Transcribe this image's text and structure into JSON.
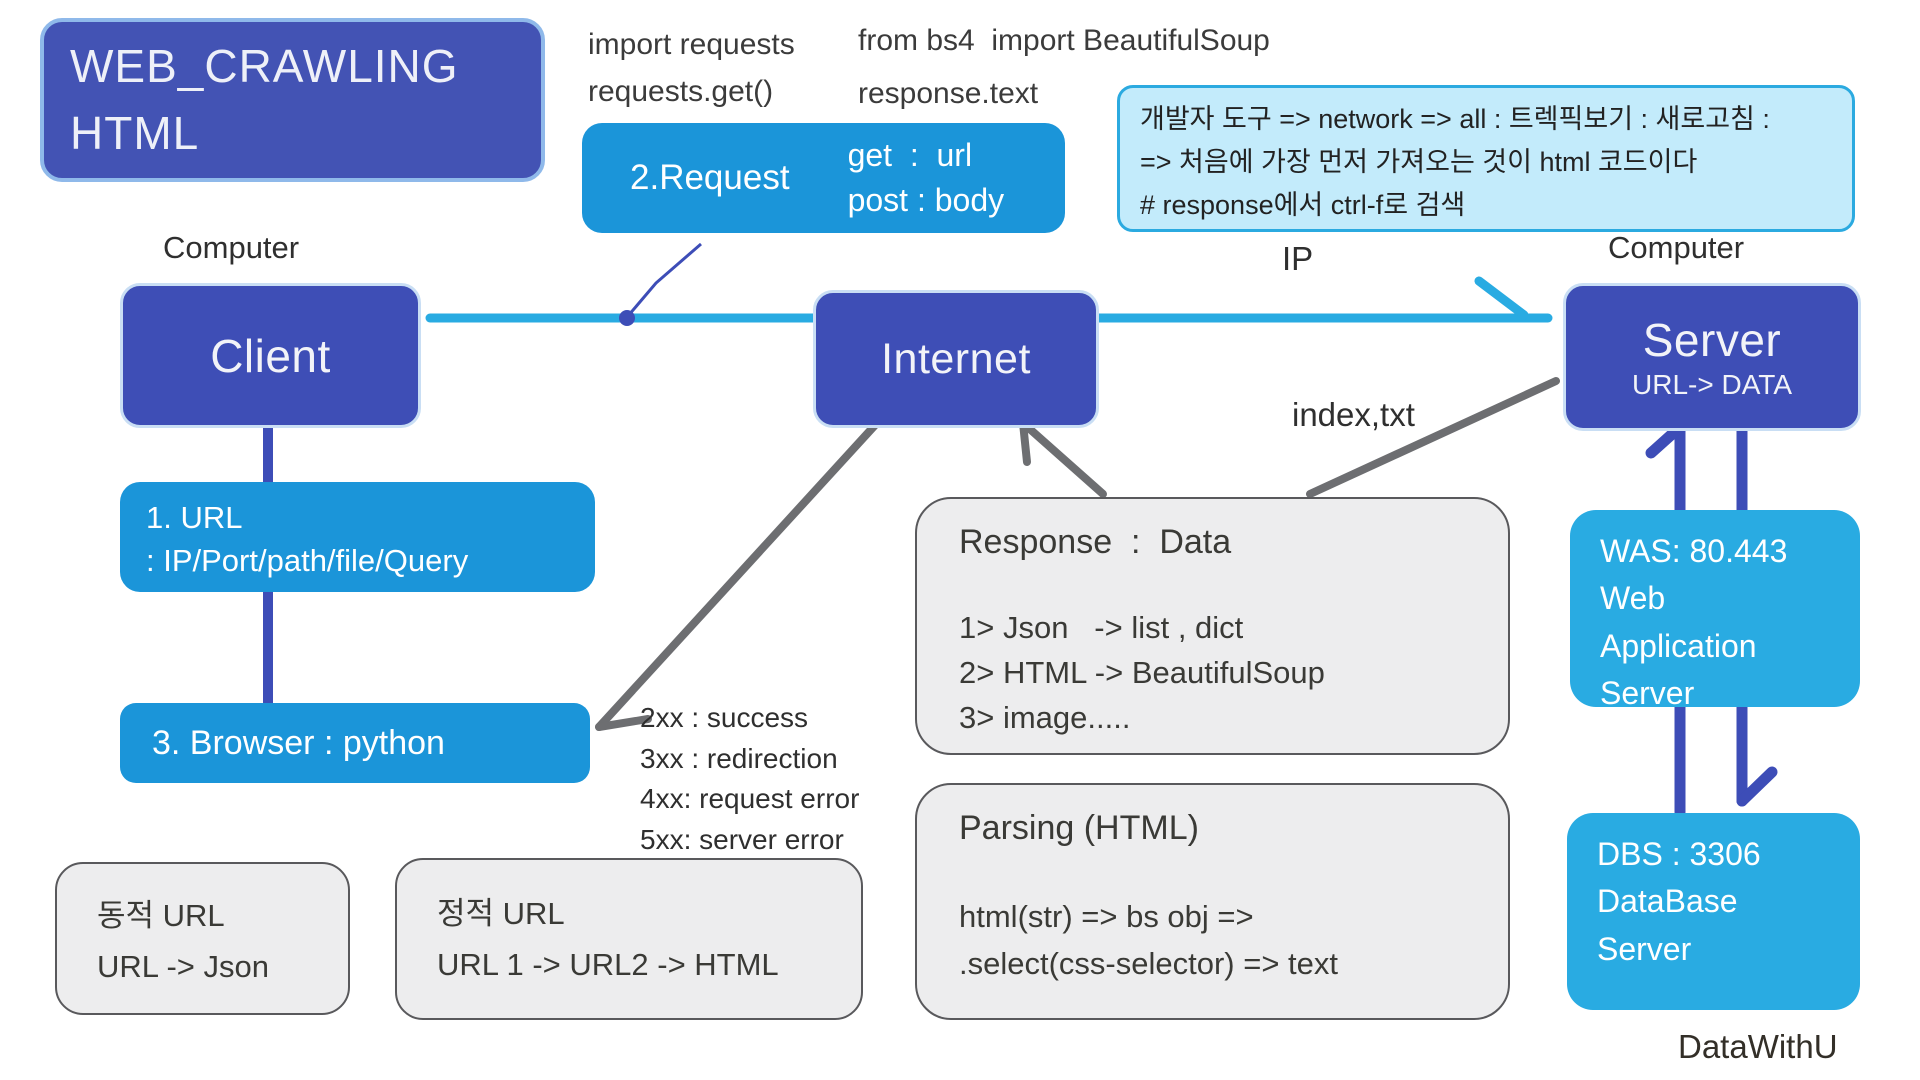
{
  "title": {
    "line1": "WEB_CRAWLING",
    "line2": "HTML"
  },
  "code_notes": {
    "left_line1": "import requests",
    "left_line2": "requests.get()",
    "right_line1": "from bs4  import BeautifulSoup",
    "right_line2": "response.text"
  },
  "request_box": {
    "label": "2.Request",
    "get_line": "get  :  url",
    "post_line": "post : body"
  },
  "korean_note": {
    "lines": [
      "개발자 도구 => network => all : 트렉픽보기 : 새로고침 :",
      "=> 처음에 가장 먼저 가져오는 것이 html 코드이다",
      "# response에서 ctrl-f로 검색"
    ]
  },
  "client": {
    "caption": "Computer",
    "label": "Client"
  },
  "internet": {
    "label": "Internet"
  },
  "server": {
    "caption": "Computer",
    "label": "Server",
    "sublabel": "URL-> DATA"
  },
  "ip_label": "IP",
  "index_label": "index,txt",
  "url_box": {
    "lines": [
      "1. URL",
      ": IP/Port/path/file/Query"
    ]
  },
  "browser_box": {
    "label": "3. Browser : python"
  },
  "status_codes": {
    "lines": [
      "2xx : success",
      "3xx : redirection",
      "4xx: request error",
      "5xx: server error"
    ]
  },
  "response_box": {
    "title": "Response  :  Data",
    "lines": [
      "1> Json   -> list , dict",
      "2> HTML -> BeautifulSoup",
      "3> image....."
    ]
  },
  "parsing_box": {
    "title": "Parsing (HTML)",
    "lines": [
      "html(str) => bs obj =>",
      ".select(css-selector) => text"
    ]
  },
  "was_box": {
    "lines": [
      "WAS: 80.443",
      "Web",
      "Application",
      "Server"
    ]
  },
  "dbs_box": {
    "lines": [
      "DBS : 3306",
      "DataBase",
      "Server"
    ]
  },
  "dynamic_url_box": {
    "lines": [
      "동적 URL",
      "URL -> Json"
    ]
  },
  "static_url_box": {
    "lines": [
      "정적 URL",
      "URL 1 -> URL2 -> HTML"
    ]
  },
  "watermark": "DataWithU",
  "colors": {
    "indigo_node": "#3e4eb6",
    "blue_process": "#1b95d9",
    "cyan_server": "#29abe2",
    "note_bg": "#c3ebfb",
    "note_border": "#2baae0",
    "gray_box": "#ededee",
    "gray_line": "#6d6e71",
    "blue_line": "#29abe2",
    "indigo_line": "#3d4db7"
  }
}
